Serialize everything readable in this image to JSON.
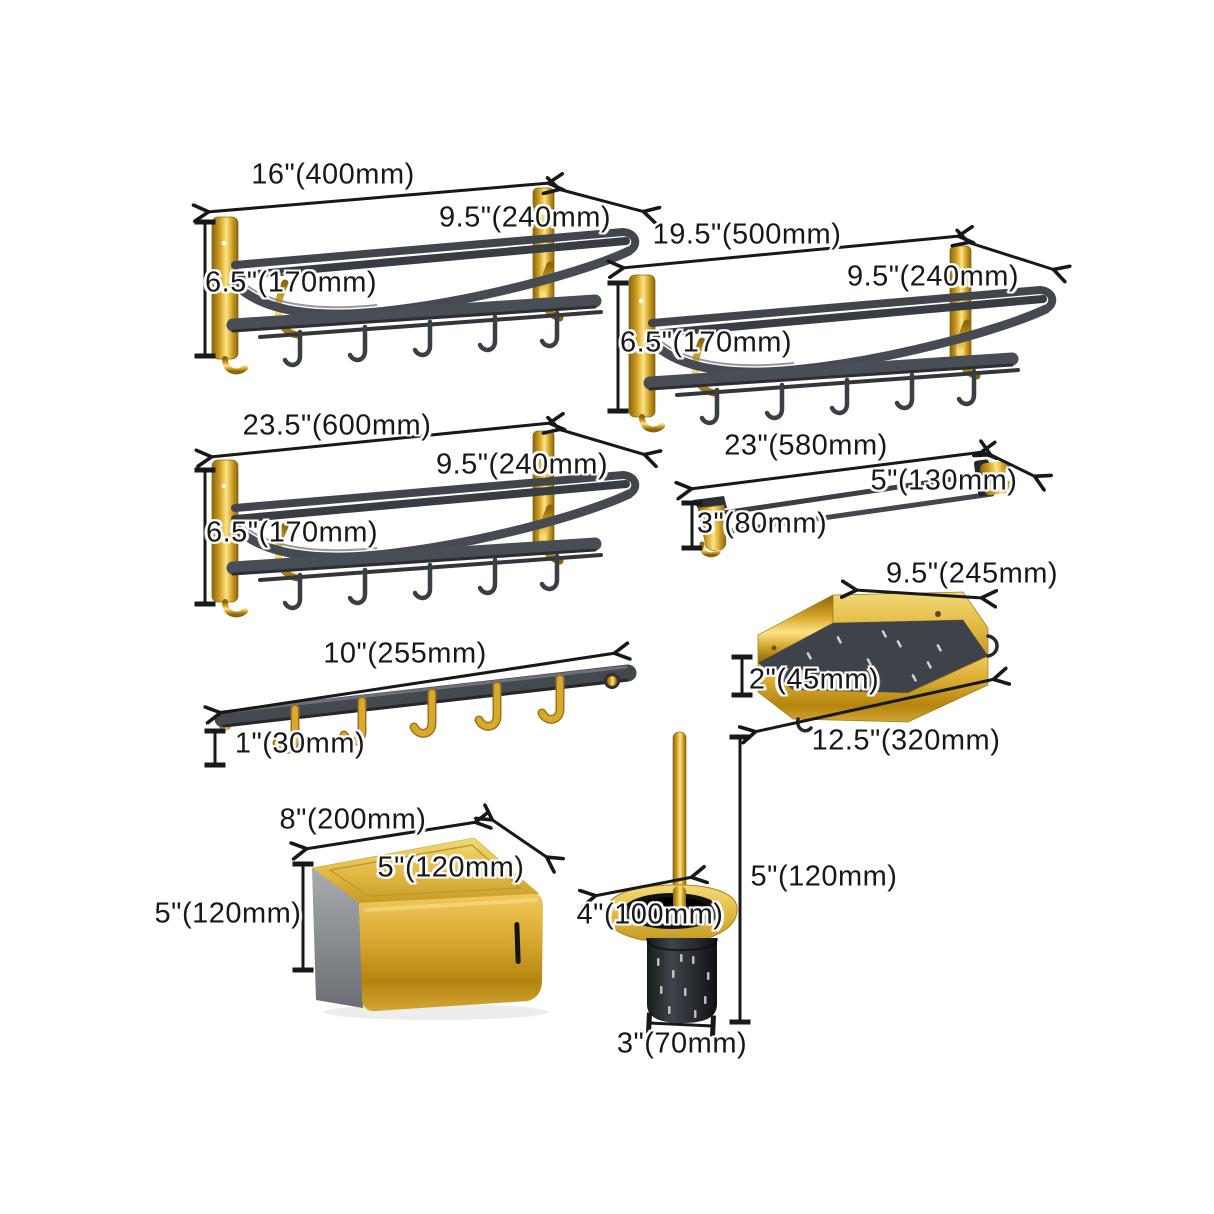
{
  "colors": {
    "background": "#ffffff",
    "gold": "#d9a82c",
    "dark_metal": "#3c4047",
    "dimension_line": "#17181a"
  },
  "products": [
    {
      "name": "foldable-towel-rack-small",
      "dimensions": {
        "width": "16\"(400mm)",
        "depth": "9.5\"(240mm)",
        "height": "6.5\"(170mm)"
      }
    },
    {
      "name": "foldable-towel-rack-medium",
      "dimensions": {
        "width": "19.5\"(500mm)",
        "depth": "9.5\"(240mm)",
        "height": "6.5\"(170mm)"
      }
    },
    {
      "name": "foldable-towel-rack-large",
      "dimensions": {
        "width": "23.5\"(600mm)",
        "depth": "9.5\"(240mm)",
        "height": "6.5\"(170mm)"
      }
    },
    {
      "name": "double-towel-bar",
      "dimensions": {
        "width": "23\"(580mm)",
        "depth": "5\"(130mm)",
        "height": "3\"(80mm)"
      }
    },
    {
      "name": "corner-basket-shelf",
      "dimensions": {
        "back_edge": "9.5\"(245mm)",
        "height": "2\"(45mm)",
        "front_edge": "12.5\"(320mm)"
      }
    },
    {
      "name": "robe-hook-rail",
      "dimensions": {
        "width": "10\"(255mm)",
        "height": "1\"(30mm)"
      }
    },
    {
      "name": "paper-holder-box",
      "dimensions": {
        "width": "8\"(200mm)",
        "depth": "5\"(120mm)",
        "height": "5\"(120mm)"
      }
    },
    {
      "name": "toilet-brush-holder",
      "dimensions": {
        "holder_width": "4\"(100mm)",
        "height": "5\"(120mm)",
        "cup_diameter": "3\"(70mm)"
      }
    }
  ]
}
